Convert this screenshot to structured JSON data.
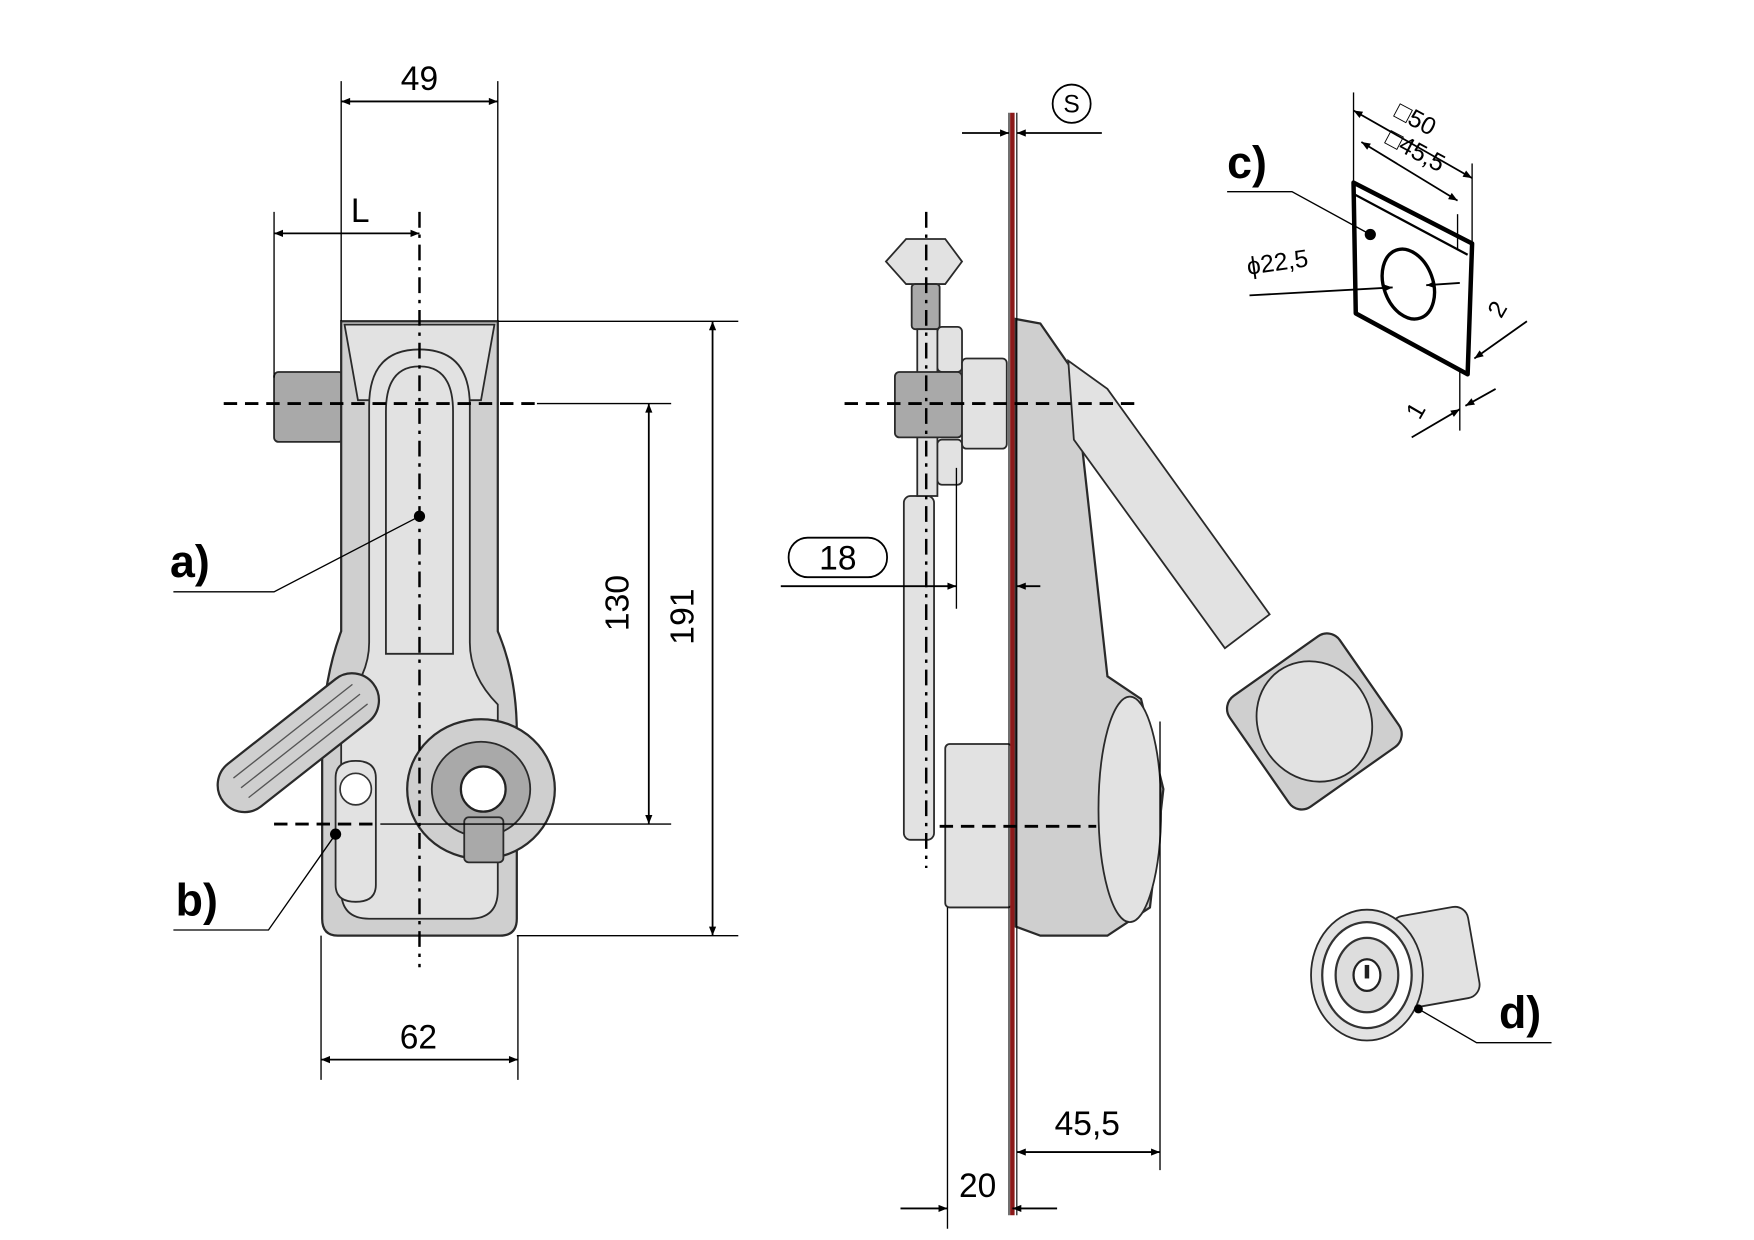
{
  "front_view": {
    "dim_width_top": "49",
    "dim_offset": "L",
    "dim_total_height": "191",
    "dim_hole_spacing": "130",
    "dim_width_bottom": "62",
    "label_handle": "a)",
    "label_cylinder_cutout": "b)"
  },
  "side_view": {
    "dim_sheet_thickness": "S",
    "dim_projection": "18",
    "dim_depth_back": "20",
    "dim_depth_front": "45,5",
    "sheet_color": "#8b1a1a"
  },
  "detail_c": {
    "label": "c)",
    "dim_outer": "□50",
    "dim_inner": "□45,5",
    "dim_hole": "ϕ22,5",
    "dim_thickness": "2",
    "dim_edge": "1"
  },
  "detail_d": {
    "label": "d)"
  }
}
